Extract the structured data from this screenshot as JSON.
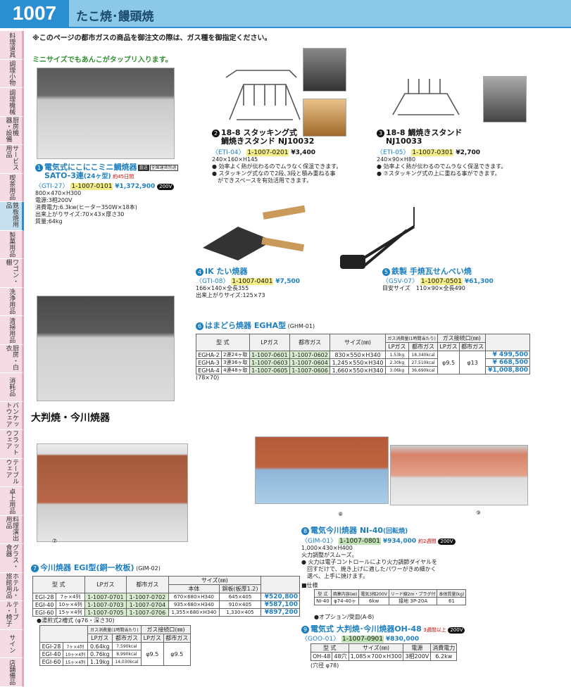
{
  "header": {
    "page_number": "1007",
    "title": "たこ焼･饅頭焼"
  },
  "sidebar": [
    "料理道具",
    "調理小物",
    "調理機械",
    "厨房機器・設備",
    "サービス用品",
    "喫茶用品",
    "鉄板焼用品",
    "製菓用品",
    "ワゴン・棚",
    "洗浄用品",
    "清掃用品",
    "厨房・白衣",
    "消耗品",
    "バンケットウェア",
    "フラットウェア",
    "テーブルウェア",
    "卓上用品",
    "料理演出用品",
    "グラス・食器",
    "ホテル・旅館用品",
    "テーブル・椅子",
    "サイン",
    "店舗備品"
  ],
  "notice": "※このページの都市ガスの商品を御注文の際は、ガス種を御指定ください。",
  "catch": "ミニサイズでもあんこがタップリ入ります。",
  "p1": {
    "n": "1",
    "title": "電気式にこにこミニ鯛焼器",
    "model": "SATO-3連",
    "sub": "(24ヶ型)",
    "badge1": "直送",
    "badge2": "全国運賃別途",
    "lead": "約45日間",
    "code": "〈GTI-27〉",
    "num": "1-1007-0101",
    "price": "¥1,372,900",
    "volt": "200V",
    "spec": [
      "800×470×H300",
      "電源:3相200V",
      "消費電力:6.3kw(ヒーター350W×18本)",
      "出来上がりサイズ:70×43×厚さ30",
      "質量:64kg"
    ]
  },
  "p2": {
    "n": "2",
    "title": "18-8 スタッキング式",
    "title2": "鯛焼きスタンド NJ10032",
    "code": "〈ETI-04〉",
    "num": "1-1007-0201",
    "price": "¥3,400",
    "spec": [
      "240×160×H145",
      "● 効率よく熱が伝わるのでムラなく保温できます。",
      "● スタッキング式なので2段､3段と積み重ねる事",
      "　ができスペースを有効活用できます。"
    ]
  },
  "p3": {
    "n": "3",
    "title": "18-8 鯛焼きスタンド",
    "title2": "NJ10033",
    "code": "〈ETI-05〉",
    "num": "1-1007-0301",
    "price": "¥2,700",
    "spec": [
      "240×90×H80",
      "● 効率よく熱が伝わるのでムラなく保温できます。",
      "● ⑦スタッキング式の上に重ねる事ができます。"
    ]
  },
  "p4": {
    "n": "4",
    "title": "IK たい焼器",
    "code": "〈GTI-08〉",
    "num": "1-1007-0401",
    "price": "¥7,500",
    "spec": [
      "166×140×全長355",
      "出来上がりサイズ:125×73"
    ]
  },
  "p5": {
    "n": "5",
    "title": "鉄製 手焼瓦せんべい焼",
    "code": "〈GSV-07〉",
    "num": "1-1007-0501",
    "price": "¥61,300",
    "spec": [
      "目安サイズ　110×90×全長490"
    ]
  },
  "p6": {
    "n": "6",
    "title": "はまどら焼器 EGHA型",
    "code": "(GHM-01)",
    "headers": [
      "型 式",
      "LPガス",
      "都市ガス",
      "サイズ(㎜)",
      "ガス消費量(1時間当たり)",
      "ガス接続口(㎜)"
    ],
    "sub": [
      "LPガス",
      "都市ガス",
      "LPガス",
      "都市ガス"
    ],
    "rows": [
      [
        "EGHA-2",
        "2連24ヶ取",
        "1-1007-0601",
        "1-1007-0602",
        "830×550×H340",
        "1.53kg",
        "18,340kcal",
        "",
        "",
        "¥ 499,500"
      ],
      [
        "EGHA-3",
        "3連36ヶ取",
        "1-1007-0603",
        "1-1007-0604",
        "1,245×550×H340",
        "2.30kg",
        "27,510kcal",
        "φ9.5",
        "φ13",
        "¥ 668,500"
      ],
      [
        "EGHA-4",
        "4連48ヶ取",
        "1-1007-0605",
        "1-1007-0606",
        "1,660×550×H340",
        "3.06kg",
        "36,690kcal",
        "",
        "",
        "¥1,008,800"
      ]
    ],
    "note": "(78×70)"
  },
  "section2": "大判焼・今川焼器",
  "fig_labels": [
    "⑦",
    "⑧",
    "⑨"
  ],
  "p7": {
    "n": "7",
    "title": "今川焼器 EGI型(銅一枚板)",
    "code": "(GIM-02)",
    "headers": [
      "型 式",
      "LPガス",
      "都市ガス",
      "サイズ(㎜)",
      "本体",
      "銅板(板厚1.2)"
    ],
    "rows": [
      [
        "EGI-28",
        "7ヶ×4列",
        "1-1007-0701",
        "1-1007-0702",
        "670×680×H340",
        "645×405",
        "¥520,800"
      ],
      [
        "EGI-40",
        "10ヶ×4列",
        "1-1007-0703",
        "1-1007-0704",
        "935×680×H340",
        "910×405",
        "¥587,100"
      ],
      [
        "EGI-60",
        "15ヶ×4列",
        "1-1007-0705",
        "1-1007-0706",
        "1,355×680×H340",
        "1,330×405",
        "¥897,200"
      ]
    ],
    "note": "●湯煎式2槽式 (φ76・深さ30)",
    "gas_headers": [
      "ガス消費量(1時間当たり)",
      "ガス接続口(㎜)",
      "LPガス",
      "都市ガス",
      "LPガス",
      "都市ガス"
    ],
    "gas_rows": [
      [
        "EGI-28",
        "7ヶ×4列",
        "0.64kg",
        "7,590kcal"
      ],
      [
        "EGI-40",
        "10ヶ×4列",
        "0.76kg",
        "8,990kcal"
      ],
      [
        "EGI-60",
        "15ヶ×4列",
        "1.19kg",
        "14,030kcal"
      ]
    ],
    "conn": [
      "φ9.5",
      "φ9.5"
    ]
  },
  "p8": {
    "n": "8",
    "title": "電気今川焼器 NI-40",
    "sub": "(回転焼)",
    "code": "〈GIM-01〉",
    "num": "1-1007-0801",
    "price": "¥934,000",
    "lead": "約2週間",
    "volt": "200V",
    "spec": [
      "1,000×430×H400",
      "火力調整がスムーズ。",
      "● 火力は電子コントロールにより火力調節ダイヤルを",
      "　回すだけで、焼き上げに適したパワーがきめ細かく",
      "　選べ、上手に焼けます。"
    ],
    "spec_title": "■仕様",
    "table_h": [
      "型 式",
      "焼菓内容(㎜)",
      "電気3相200V",
      "リード線2m・プラグ付",
      "本体質量(kg)"
    ],
    "table_r": [
      "NI-40",
      "φ74-40ヶ",
      "6kw",
      "接地 3P-20A",
      "61"
    ]
  },
  "p9": {
    "n": "9",
    "title": "電気式 大判焼･今川焼器OH-48",
    "code": "〈GOO-01〉",
    "num": "1-1007-0901",
    "price": "¥830,000",
    "lead": "3週間以上",
    "volt": "200V",
    "table_h": [
      "型 式",
      "サイズ(㎜)",
      "電源",
      "消費電力"
    ],
    "table_r": [
      "OH-48",
      "48穴",
      "1,085×700×H300",
      "3相200V",
      "6.2kw"
    ],
    "note": "(穴径 φ78)"
  },
  "option": "●オプション/受皿(A-B)"
}
